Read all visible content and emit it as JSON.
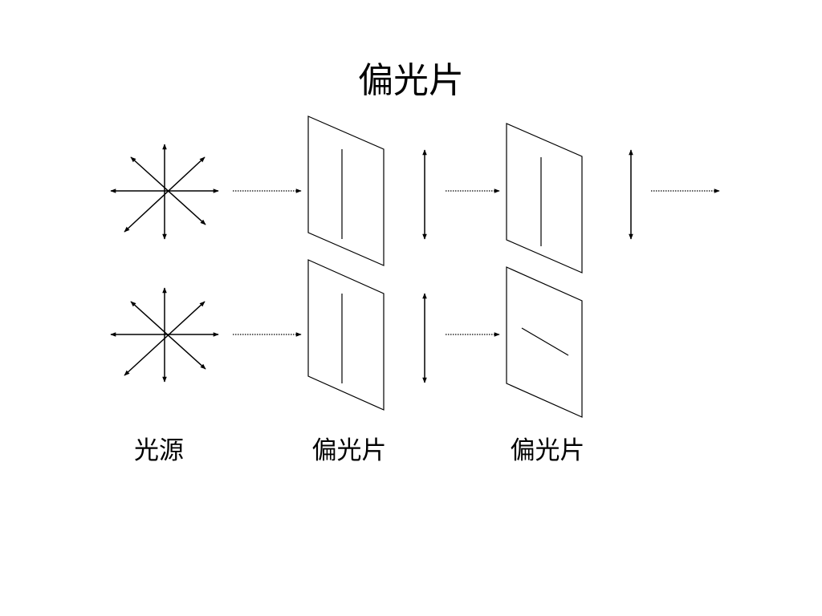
{
  "slide": {
    "title": "偏光片",
    "labels": {
      "light_source": "光源",
      "polarizer_1": "偏光片",
      "polarizer_2": "偏光片"
    }
  }
}
